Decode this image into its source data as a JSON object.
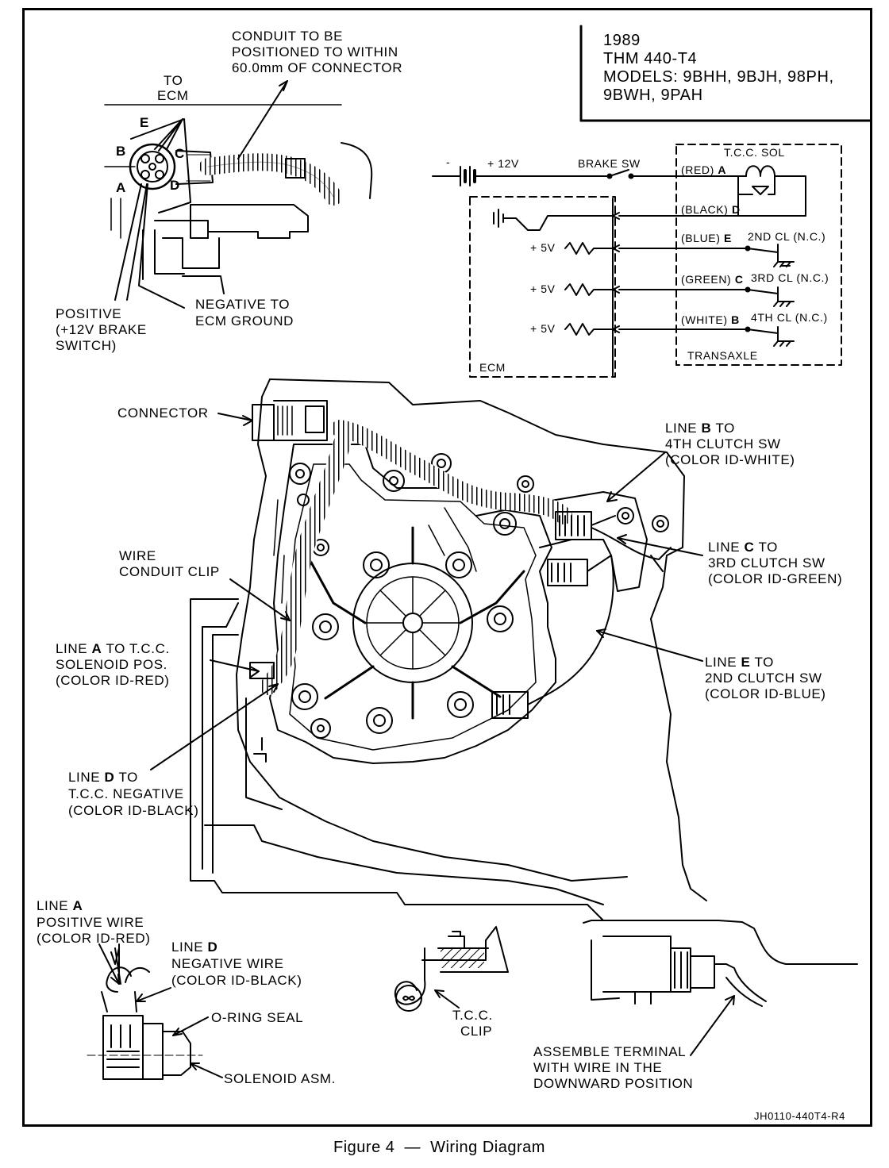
{
  "info_box": {
    "year": "1989",
    "transaxle": "THM 440-T4",
    "models_line1": "MODELS: 9BHH, 9BJH, 98PH,",
    "models_line2": "9BWH, 9PAH"
  },
  "connector_view": {
    "conduit_note_1": "CONDUIT TO BE",
    "conduit_note_2": "POSITIONED TO WITHIN",
    "conduit_note_3": "60.0mm OF CONNECTOR",
    "to_ecm_1": "TO",
    "to_ecm_2": "ECM",
    "pin_a": "A",
    "pin_b": "B",
    "pin_c": "C",
    "pin_d": "D",
    "pin_e": "E",
    "positive_1": "POSITIVE",
    "positive_2": "(+12V BRAKE",
    "positive_3": "SWITCH)",
    "negative_1": "NEGATIVE TO",
    "negative_2": "ECM GROUND"
  },
  "schematic": {
    "minus": "-",
    "plus12": "+ 12V",
    "brake_sw": "BRAKE SW",
    "tcc_sol": "T.C.C. SOL",
    "red_a_pre": "(RED) ",
    "red_a_letter": "A",
    "black_d_pre": "(BLACK) ",
    "black_d_letter": "D",
    "blue_e_pre": "(BLUE) ",
    "blue_e_letter": "E",
    "blue_e_post": "2ND CL (N.C.)",
    "green_c_pre": "(GREEN) ",
    "green_c_letter": "C",
    "green_c_post": "3RD CL (N.C.)",
    "white_b_pre": "(WHITE) ",
    "white_b_letter": "B",
    "white_b_post": "4TH CL (N.C.)",
    "plus5v_1": "+ 5V",
    "plus5v_2": "+ 5V",
    "plus5v_3": "+ 5V",
    "ecm": "ECM",
    "transaxle": "TRANSAXLE"
  },
  "main_view": {
    "connector": "CONNECTOR",
    "line_b_1_pre": "LINE ",
    "line_b_1_letter": "B",
    "line_b_1_post": " TO",
    "line_b_2": "4TH CLUTCH SW",
    "line_b_3": "(COLOR ID-WHITE)",
    "line_c_1_pre": "LINE ",
    "line_c_1_letter": "C",
    "line_c_1_post": " TO",
    "line_c_2": "3RD CLUTCH SW",
    "line_c_3": "(COLOR ID-GREEN)",
    "line_e_1_pre": "LINE ",
    "line_e_1_letter": "E",
    "line_e_1_post": " TO",
    "line_e_2": "2ND CLUTCH SW",
    "line_e_3": "(COLOR ID-BLUE)",
    "wire_clip_1": "WIRE",
    "wire_clip_2": "CONDUIT CLIP",
    "line_a_1_pre": "LINE ",
    "line_a_1_letter": "A",
    "line_a_1_post": " TO T.C.C.",
    "line_a_2": "SOLENOID POS.",
    "line_a_3": "(COLOR ID-RED)",
    "line_d_1_pre": "LINE ",
    "line_d_1_letter": "D",
    "line_d_1_post": " TO",
    "line_d_2": "T.C.C. NEGATIVE",
    "line_d_3": "(COLOR ID-BLACK)"
  },
  "solenoid_detail": {
    "line_a_1_pre": "LINE ",
    "line_a_1_letter": "A",
    "line_a_2": "POSITIVE WIRE",
    "line_a_3": "(COLOR ID-RED)",
    "line_d_1_pre": "LINE ",
    "line_d_1_letter": "D",
    "line_d_2": "NEGATIVE WIRE",
    "line_d_3": "(COLOR ID-BLACK)",
    "oring": "O-RING SEAL",
    "solenoid": "SOLENOID ASM."
  },
  "clip_detail": {
    "tcc_1": "T.C.C.",
    "tcc_2": "CLIP"
  },
  "terminal_detail": {
    "line1": "ASSEMBLE TERMINAL",
    "line2": "WITH WIRE IN THE",
    "line3": "DOWNWARD POSITION"
  },
  "ref_code": "JH0110-440T4-R4",
  "caption": "Figure 4  —  Wiring Diagram"
}
